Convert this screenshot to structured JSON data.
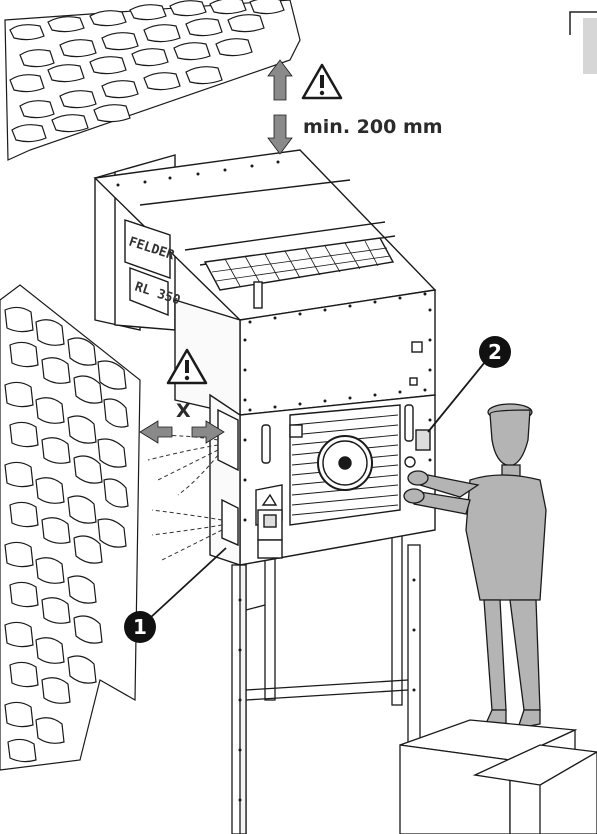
{
  "clearance": {
    "label": "min. 200 mm",
    "side_label": "X"
  },
  "callouts": [
    {
      "number": "1"
    },
    {
      "number": "2"
    }
  ],
  "machine": {
    "brand_text": "FELDER",
    "model_text": "RL 350"
  },
  "icons": {
    "warning": "warning-triangle-icon",
    "arrow": "arrow-icon"
  },
  "colors": {
    "line": "#1a1a1a",
    "arrow_fill": "#8a8a8a",
    "person_fill": "#b4b4b4",
    "callout_fill": "#111111"
  }
}
